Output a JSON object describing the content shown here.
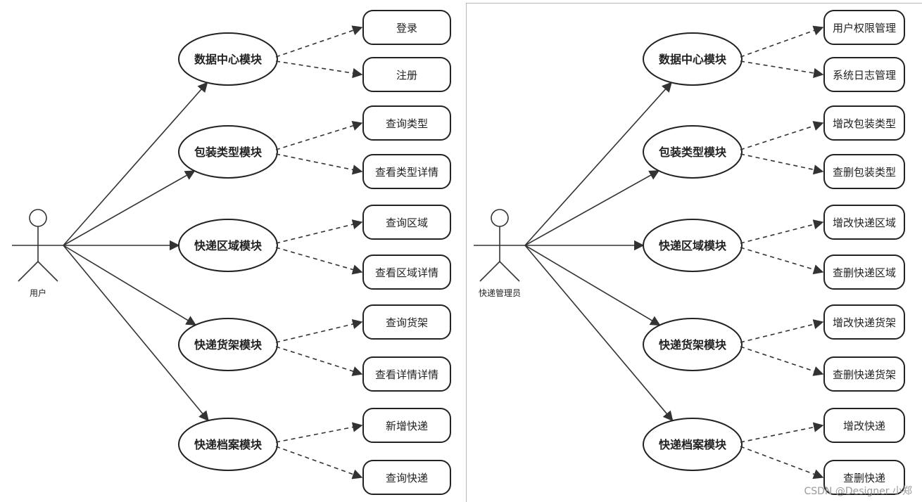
{
  "diagrams": [
    {
      "actor": "用户",
      "modules": [
        {
          "label": "数据中心模块",
          "use_cases": [
            "登录",
            "注册"
          ]
        },
        {
          "label": "包装类型模块",
          "use_cases": [
            "查询类型",
            "查看类型详情"
          ]
        },
        {
          "label": "快递区域模块",
          "use_cases": [
            "查询区域",
            "查看区域详情"
          ]
        },
        {
          "label": "快递货架模块",
          "use_cases": [
            "查询货架",
            "查看详情详情"
          ]
        },
        {
          "label": "快递档案模块",
          "use_cases": [
            "新增快递",
            "查询快递"
          ]
        }
      ]
    },
    {
      "actor": "快递管理员",
      "modules": [
        {
          "label": "数据中心模块",
          "use_cases": [
            "用户权限管理",
            "系统日志管理"
          ]
        },
        {
          "label": "包装类型模块",
          "use_cases": [
            "增改包装类型",
            "查删包装类型"
          ]
        },
        {
          "label": "快递区域模块",
          "use_cases": [
            "增改快递区域",
            "查删快递区域"
          ]
        },
        {
          "label": "快递货架模块",
          "use_cases": [
            "增改快递货架",
            "查删快递货架"
          ]
        },
        {
          "label": "快递档案模块",
          "use_cases": [
            "增改快递",
            "查删快递"
          ]
        }
      ]
    }
  ],
  "watermark": "CSDN @Designer 小郑"
}
